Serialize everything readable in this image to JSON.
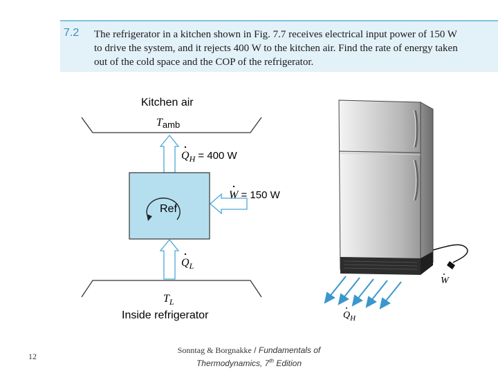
{
  "problem": {
    "number": "7.2",
    "lines": [
      "The refrigerator in a kitchen shown in Fig. 7.7 receives electrical input power of 150 W",
      "to drive the system, and it rejects 400 W to the kitchen air. Find the rate of energy taken",
      "out of the cold space and the COP of the refrigerator."
    ]
  },
  "diagram": {
    "top_label": "Kitchen air",
    "t_amb_symbol": "T",
    "t_amb_sub": "amb",
    "qh_symbol": "Q",
    "qh_sub": "H",
    "qh_value": " = 400 W",
    "w_symbol": "W",
    "w_value": " = 150 W",
    "box_label": "Ref",
    "ql_symbol": "Q",
    "ql_sub": "L",
    "tl_symbol": "T",
    "tl_sub": "L",
    "bottom_label": "Inside refrigerator",
    "fridge_w_symbol": "W",
    "fridge_qh_symbol": "Q",
    "fridge_qh_sub": "H"
  },
  "colors": {
    "box_fill": "#b5dfef",
    "arrow_stroke": "#4aa7d6",
    "band_fill": "#e3f1f8"
  },
  "footer": {
    "page_number": "12",
    "authors": "Sonntag & Borgnakke",
    "separator": " / ",
    "book_line1": "Fundamentals of",
    "book_line2": "Thermodynamics, 7",
    "edition_sup": "th",
    "edition_word": " Edition"
  }
}
